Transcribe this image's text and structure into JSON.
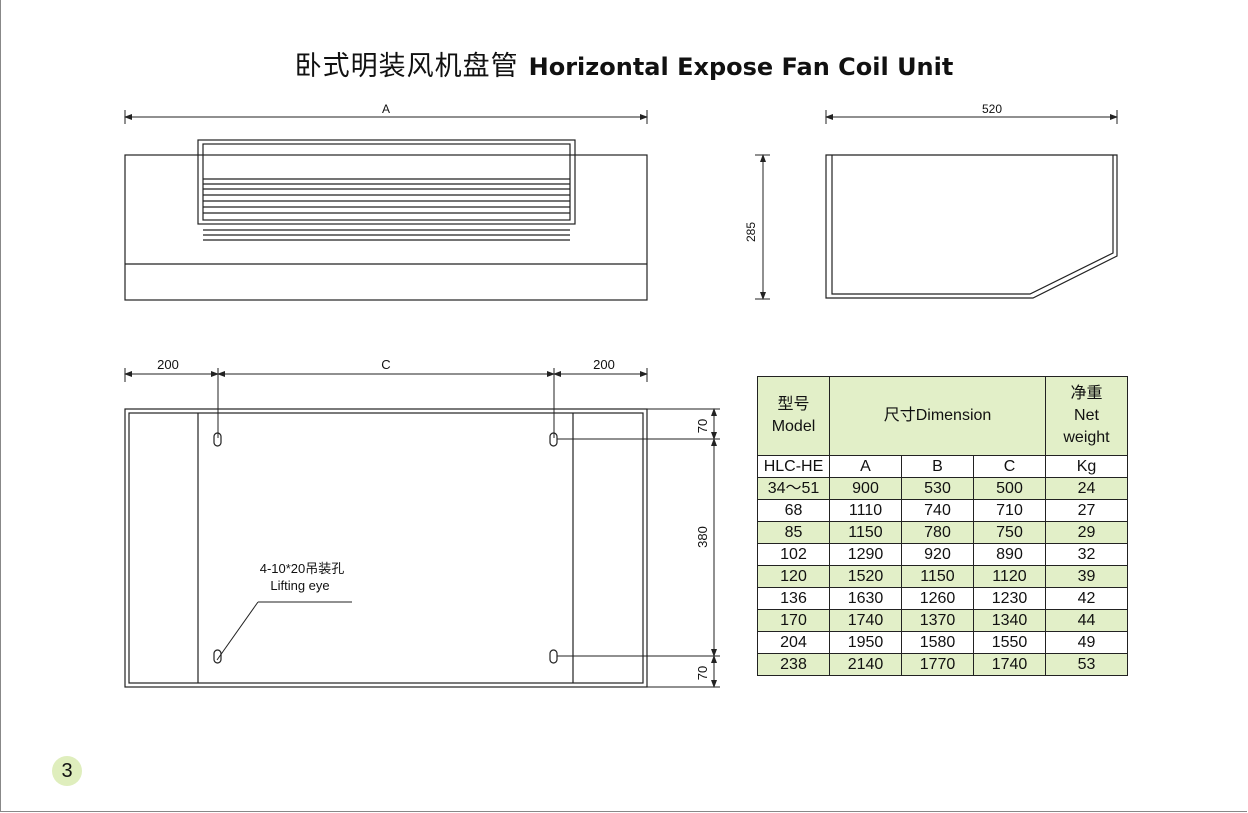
{
  "title": {
    "cn": "卧式明装风机盘管",
    "en": "Horizontal Expose Fan Coil Unit"
  },
  "front_view": {
    "width_label": "A"
  },
  "side_view": {
    "depth_label": "520",
    "height_label": "285"
  },
  "bottom_view": {
    "left_offset": "200",
    "center_label": "C",
    "right_offset": "200",
    "top_offset": "70",
    "mid_span": "380",
    "bottom_offset": "70",
    "note_line1": "4-10*20吊装孔",
    "note_line2": "Lifting eye"
  },
  "table": {
    "header": {
      "model_cn": "型号",
      "model_en": "Model",
      "dimension": "尺寸Dimension",
      "weight_cn": "净重",
      "weight_en1": "Net",
      "weight_en2": "weight"
    },
    "units": [
      "HLC-HE",
      "A",
      "B",
      "C",
      "Kg"
    ],
    "rows": [
      [
        "34～51",
        "900",
        "530",
        "500",
        "24"
      ],
      [
        "68",
        "1110",
        "740",
        "710",
        "27"
      ],
      [
        "85",
        "1150",
        "780",
        "750",
        "29"
      ],
      [
        "102",
        "1290",
        "920",
        "890",
        "32"
      ],
      [
        "120",
        "1520",
        "1150",
        "1120",
        "39"
      ],
      [
        "136",
        "1630",
        "1260",
        "1230",
        "42"
      ],
      [
        "170",
        "1740",
        "1370",
        "1340",
        "44"
      ],
      [
        "204",
        "1950",
        "1580",
        "1550",
        "49"
      ],
      [
        "238",
        "2140",
        "1770",
        "1740",
        "53"
      ]
    ]
  },
  "page_number": "3",
  "colors": {
    "table_highlight": "#e2efc8",
    "page_badge": "#dfeebd",
    "line": "#222222"
  }
}
